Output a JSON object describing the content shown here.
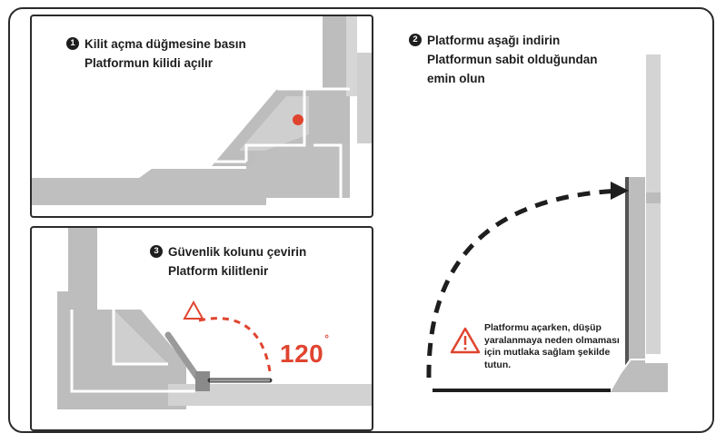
{
  "steps": [
    {
      "number": "1",
      "line1": "Kilit açma düğmesine basın",
      "line2": "Platformun kilidi açılır"
    },
    {
      "number": "2",
      "line1": "Platformu aşağı indirin",
      "line2": "Platformun sabit olduğundan",
      "line3": "emin olun"
    },
    {
      "number": "3",
      "line1": "Güvenlik kolunu çevirin",
      "line2": "Platform kilitlenir"
    }
  ],
  "angle_label": "120",
  "angle_unit": "°",
  "warning": {
    "icon": "warning-triangle-icon",
    "text": "Platformu açarken, düşüp yaralanmaya neden olmaması için mutlaka sağlam şekilde tutun."
  },
  "colors": {
    "accent": "#e0442f",
    "gray": "#bdbdbd",
    "dark": "#1e1e1e"
  }
}
